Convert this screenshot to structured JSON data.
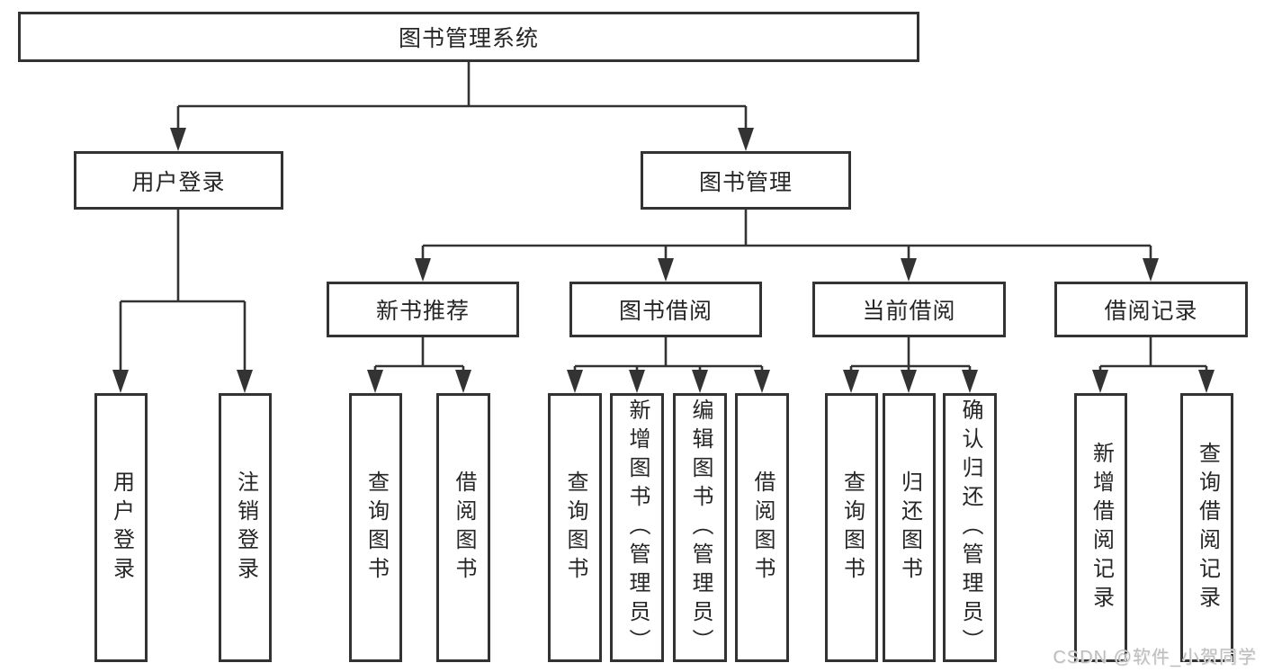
{
  "diagram": {
    "title": "图书管理系统",
    "level2": [
      {
        "label": "用户登录"
      },
      {
        "label": "图书管理"
      }
    ],
    "level3": [
      {
        "label": "新书推荐"
      },
      {
        "label": "图书借阅"
      },
      {
        "label": "当前借阅"
      },
      {
        "label": "借阅记录"
      }
    ],
    "leaves": [
      {
        "label": "用户登录"
      },
      {
        "label": "注销登录"
      },
      {
        "label": "查询图书"
      },
      {
        "label": "借阅图书"
      },
      {
        "label": "查询图书"
      },
      {
        "label": "新增图书（管理员）"
      },
      {
        "label": "编辑图书（管理员）"
      },
      {
        "label": "借阅图书"
      },
      {
        "label": "查询图书"
      },
      {
        "label": "归还图书"
      },
      {
        "label": "确认归还（管理员）"
      },
      {
        "label": "新增借阅记录"
      },
      {
        "label": "查询借阅记录"
      }
    ]
  },
  "watermark": {
    "text": "CSDN @软件_小贺同学"
  },
  "colors": {
    "line": "#333333",
    "text": "#262626",
    "background": "#ffffff",
    "watermark": "#bdbdbd"
  }
}
